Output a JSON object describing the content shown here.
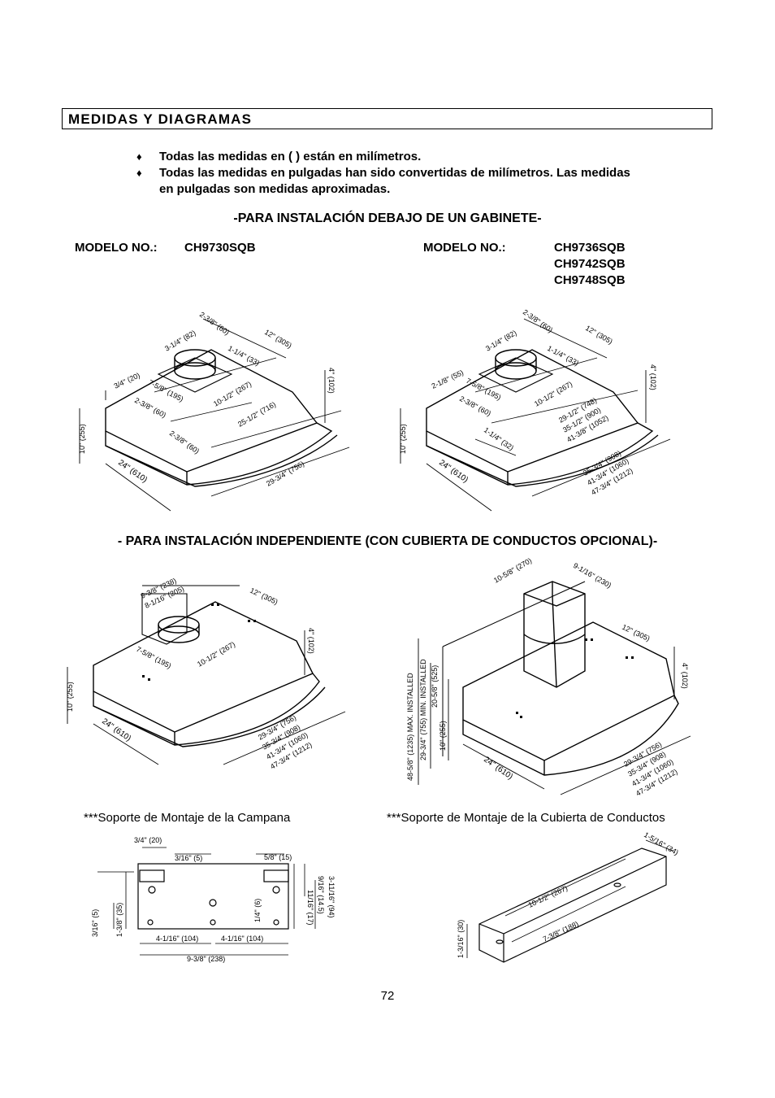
{
  "section": {
    "title": "MEDIDAS Y DIAGRAMAS"
  },
  "bullets": [
    {
      "mark": "♦",
      "text": "Todas las medidas en ( ) están en milímetros."
    },
    {
      "mark": "♦",
      "line1": "Todas las medidas en pulgadas han sido convertidas de milímetros. Las medidas",
      "line2": "en pulgadas son medidas aproximadas."
    }
  ],
  "under_cabinet": {
    "heading": "-PARA INSTALACIÓN DEBAJO DE UN GABINETE-",
    "model_left": {
      "label": "MODELO NO.:",
      "models": [
        "CH9730SQB"
      ]
    },
    "model_right": {
      "label": "MODELO NO.:",
      "models": [
        "CH9736SQB",
        "CH9742SQB",
        "CH9748SQB"
      ]
    },
    "diagram_left": {
      "dims": [
        "2-3/8\" (60)",
        "12\" (305)",
        "3-1/4\" (82)",
        "1-1/4\" (33)",
        "4\" (102)",
        "3/4\" (20)",
        "7-5/8\" (195)",
        "10-1/2\" (267)",
        "2-3/8\" (60)",
        "25-1/2\" (716)",
        "2-3/8\" (60)",
        "10\" (255)",
        "24\" (610)",
        "29-3/4\" (756)"
      ]
    },
    "diagram_right": {
      "dims": [
        "2-3/8\" (60)",
        "12\" (305)",
        "3-1/4\" (82)",
        "1-1/4\" (33)",
        "4\" (102)",
        "2-1/8\" (55)",
        "7-5/8\" (195)",
        "10-1/2\" (267)",
        "2-3/8\" (60)",
        "1-1/4\" (32)",
        "29-1/2\" (748)",
        "35-1/2\" (900)",
        "41-3/8\" (1052)",
        "10\" (255)",
        "24\" (610)",
        "35-3/4\" (908)",
        "41-3/4\" (1060)",
        "47-3/4\" (1212)"
      ]
    }
  },
  "freestanding": {
    "heading": "- PARA INSTALACIÓN INDEPENDIENTE (CON CUBIERTA DE CONDUCTOS OPCIONAL)-",
    "diagram_left": {
      "dims": [
        "9-3/8\" (238)",
        "8-1/16\" (205)",
        "12\" (305)",
        "4\" (102)",
        "7-5/8\" (195)",
        "10-1/2\" (267)",
        "10\" (255)",
        "24\" (610)",
        "29-3/4\" (756)",
        "35-3/4\" (908)",
        "41-3/4\" (1060)",
        "47-3/4\" (1212)"
      ]
    },
    "diagram_right": {
      "dims": [
        "10-5/8\" (270)",
        "9-1/16\" (230)",
        "12\" (305)",
        "4\" (102)",
        "48-5/8\" (1235) MAX. INSTALLED",
        "29-3/4\" (755) MIN. INSTALLED",
        "20-5/8\" (525)",
        "10\" (255)",
        "24\" (610)",
        "29-3/4\" (756)",
        "35-3/4\" (908)",
        "41-3/4\" (1060)",
        "47-3/4\" (1212)"
      ]
    }
  },
  "brackets": {
    "caption_left": "***Soporte de Montaje de la Campana",
    "caption_right": "***Soporte de Montaje de la Cubierta de Conductos",
    "left_dims": [
      "3/4\" (20)",
      "3/16\" (5)",
      "5/8\" (15)",
      "3-11/16\" (94)",
      "9/16\" (14.5)",
      "11/16\" (17)",
      "1/4\" (6)",
      "3/16\" (5)",
      "1-3/8\" (35)",
      "4-1/16\" (104)",
      "4-1/16\" (104)",
      "9-3/8\" (238)"
    ],
    "right_dims": [
      "1-5/16\" (34)",
      "10-1/2\" (267)",
      "7-3/8\" (188)",
      "1-3/16\" (30)"
    ]
  },
  "page_number": "72"
}
